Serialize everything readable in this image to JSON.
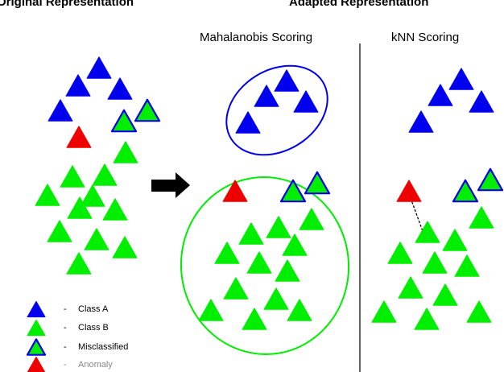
{
  "titles": {
    "original": "Original Representation",
    "adapted": "Adapted Representation"
  },
  "subtitles": {
    "mahalanobis": "Mahalanobis Scoring",
    "knn": "kNN Scoring"
  },
  "legend": {
    "dash": "-",
    "items": [
      {
        "label": "Class A",
        "key": "class_a"
      },
      {
        "label": "Class B",
        "key": "class_b"
      },
      {
        "label": "Misclassified",
        "key": "misclassified"
      },
      {
        "label": "Anomaly",
        "key": "anomaly"
      }
    ]
  },
  "colors": {
    "class_a": "#0000ee",
    "class_b": "#00ee00",
    "misclassified_fill": "#00ee00",
    "misclassified_stroke": "#0000ee",
    "anomaly": "#ee0000",
    "mahalanobis_ellipse_a": "#0000ee",
    "mahalanobis_ellipse_b": "#00ee00",
    "arrow": "#000000",
    "separator": "#000000",
    "knn_link": "#000000",
    "anomaly_legend_text": "#888888"
  },
  "icons": {
    "arrow": "right-arrow-icon",
    "separator": "vertical-divider-line"
  }
}
